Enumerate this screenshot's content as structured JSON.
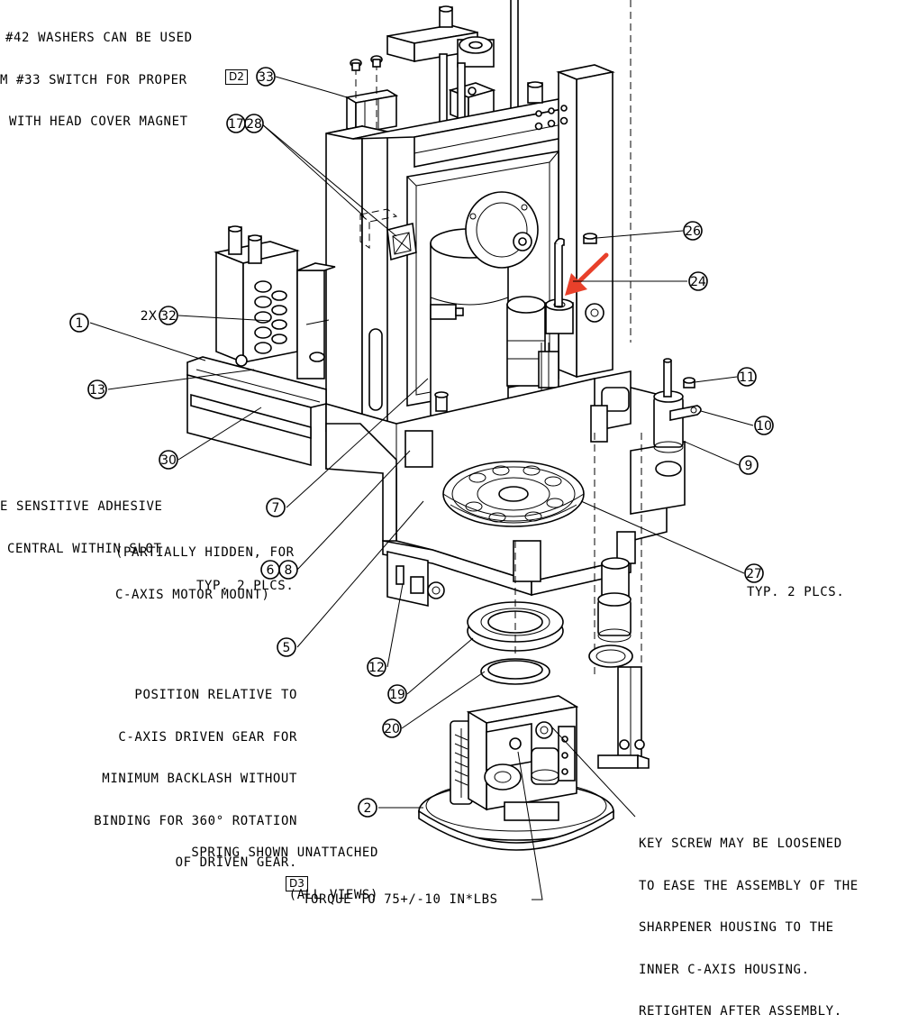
{
  "notes": {
    "washers": [
      "#42 WASHERS CAN BE USED",
      "M #33 SWITCH FOR PROPER",
      "WITH HEAD COVER MAGNET"
    ],
    "adhesive": [
      "E SENSITIVE ADHESIVE",
      "CENTRAL WITHIN SLOT"
    ],
    "partially_hidden": [
      "(PARTIALLY HIDDEN, FOR",
      "C-AXIS MOTOR MOUNT)"
    ],
    "typ_left": "TYP. 2 PLCS.",
    "typ_right": "TYP. 2 PLCS.",
    "position": [
      "POSITION RELATIVE TO",
      "C-AXIS DRIVEN GEAR FOR",
      "MINIMUM BACKLASH WITHOUT",
      "BINDING FOR 360° ROTATION",
      "OF DRIVEN GEAR."
    ],
    "spring": [
      "SPRING SHOWN UNATTACHED",
      "(ALL VIEWS)"
    ],
    "key_screw": [
      "KEY SCREW MAY BE LOOSENED",
      "TO EASE THE ASSEMBLY OF THE",
      "SHARPENER HOUSING TO THE",
      "INNER C-AXIS HOUSING.",
      "RETIGHTEN AFTER ASSEMBLY."
    ],
    "torque": "TORQUE TO 75+/-10 IN*LBS"
  },
  "ref_boxes": {
    "d2": "D2",
    "d3": "D3"
  },
  "balloons": {
    "b33": "33",
    "b17": "17",
    "b28": "28",
    "b26": "26",
    "b24": "24",
    "b1": "1",
    "b32": "32",
    "b32_prefix": "2X",
    "b13": "13",
    "b11": "11",
    "b10": "10",
    "b9": "9",
    "b30": "30",
    "b7": "7",
    "b6": "6",
    "b8": "8",
    "b27": "27",
    "b5": "5",
    "b12": "12",
    "b19": "19",
    "b20": "20",
    "b2": "2"
  },
  "colors": {
    "ink": "#000000",
    "paper": "#ffffff",
    "arrow": "#e8402a"
  }
}
